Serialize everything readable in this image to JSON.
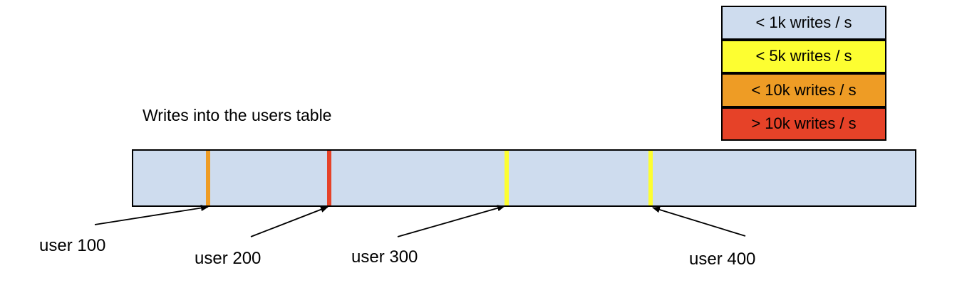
{
  "title": "Writes into the users table",
  "colors": {
    "bar_fill": "#cedcee",
    "outline": "#000000",
    "lt_1k": "#cedcee",
    "lt_5k": "#fdfe31",
    "lt_10k": "#ee9c25",
    "gt_10k": "#e64228"
  },
  "legend": {
    "items": [
      {
        "label": "< 1k writes / s",
        "color": "#cedcee"
      },
      {
        "label": "< 5k writes / s",
        "color": "#fdfe31"
      },
      {
        "label": "< 10k writes / s",
        "color": "#ee9c25"
      },
      {
        "label": "> 10k writes / s",
        "color": "#e64228"
      }
    ]
  },
  "bar": {
    "markers": [
      {
        "user": "user 100",
        "rate": "< 10k writes / s",
        "color": "#ee9c25"
      },
      {
        "user": "user 200",
        "rate": "> 10k writes / s",
        "color": "#e64228"
      },
      {
        "user": "user 300",
        "rate": "< 5k writes / s",
        "color": "#fdfe31"
      },
      {
        "user": "user 400",
        "rate": "< 5k writes / s",
        "color": "#fdfe31"
      }
    ]
  },
  "labels": {
    "user_100": "user 100",
    "user_200": "user 200",
    "user_300": "user 300",
    "user_400": "user 400"
  }
}
